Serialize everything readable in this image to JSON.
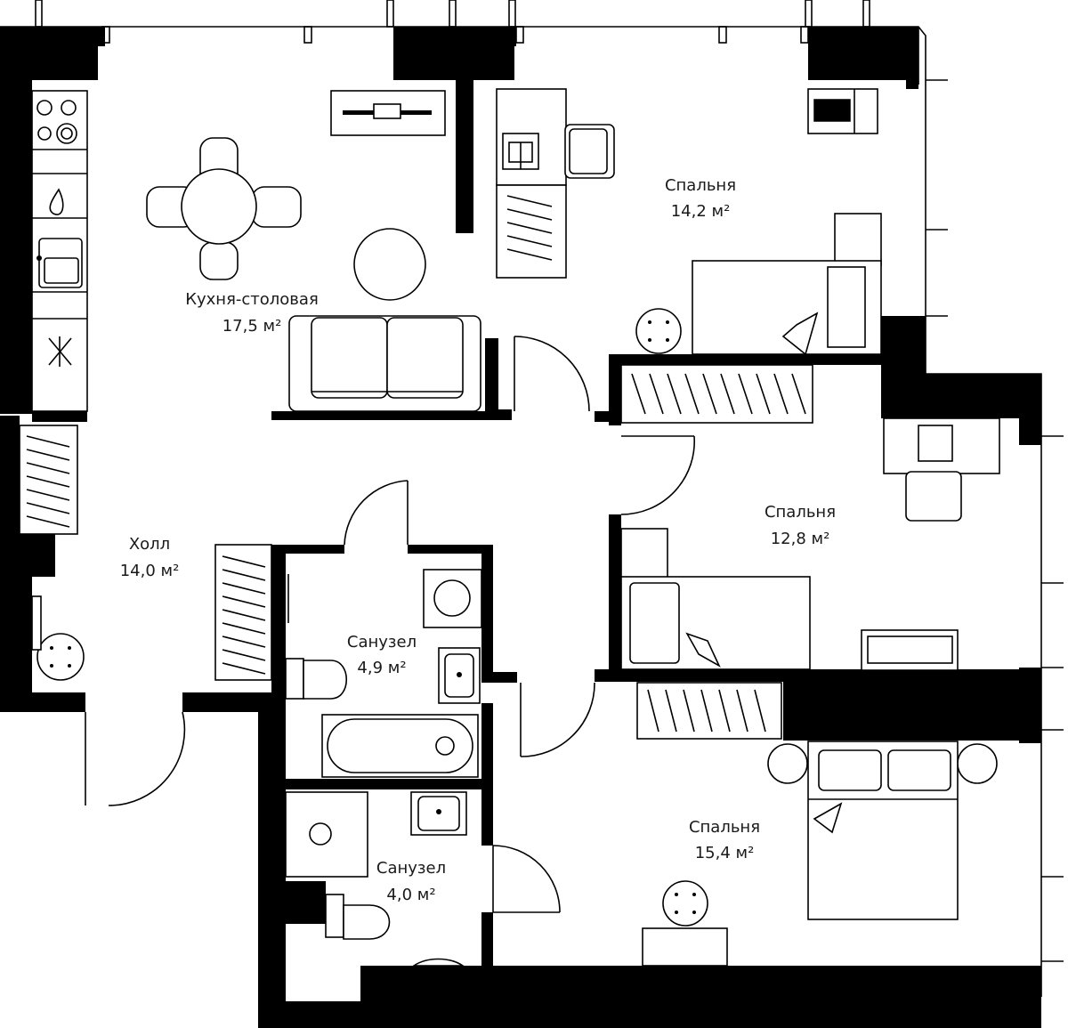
{
  "rooms": {
    "kitchen": {
      "name": "Кухня-столовая",
      "area": "17,5 м²"
    },
    "bedroom1": {
      "name": "Спальня",
      "area": "14,2 м²"
    },
    "bedroom2": {
      "name": "Спальня",
      "area": "12,8 м²"
    },
    "bedroom3": {
      "name": "Спальня",
      "area": "15,4 м²"
    },
    "hall": {
      "name": "Холл",
      "area": "14,0 м²"
    },
    "bath1": {
      "name": "Санузел",
      "area": "4,9 м²"
    },
    "bath2": {
      "name": "Санузел",
      "area": "4,0 м²"
    }
  }
}
